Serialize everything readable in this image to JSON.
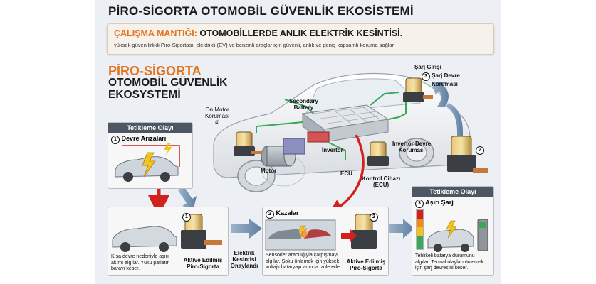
{
  "main_title": "PİRO-SİGORTA OTOMOBİL GÜVENLİK EKOSİSTEMİ",
  "principle": {
    "label": "ÇALIŞMA MANTIĞI:",
    "text": "OTOMOBİLLERDE ANLIK ELEKTRİK KESİNTİSİ.",
    "sub": "yüksek güvenilirlikli Piro-Sigortası, elektrikli (EV) ve benzinli araçlar için güvenli, anlık ve geniş kapsamlı koruma sağlar."
  },
  "brand": {
    "title": "PİRO-SİGORTA",
    "line1": "OTOMOBİL GÜVENLİK",
    "line2": "EKOSYSTEMİ"
  },
  "car_labels": {
    "front_motor_line1": "Ön Motor",
    "front_motor_line2": "Koruması",
    "front_motor_num": "①",
    "secondary_line1": "Secondary",
    "secondary_line2": "Battery",
    "motor": "Motor",
    "inverter": "İnvertör",
    "ecu": "ECU",
    "control_line1": "Kontrol Cihazı",
    "control_line2": "(ECU)",
    "inverter_prot_line1": "İnvertör Devre",
    "inverter_prot_line2": "Koruması",
    "charge_input": "Şarj Girişi",
    "charge_prot_num": "3",
    "charge_prot_line1": "Şarj Devre",
    "charge_prot_line2": "Koruması",
    "num_2a": "2",
    "num_2b": "2"
  },
  "trigger_left": {
    "header": "Tetikleme Olayı",
    "num": "1",
    "title": "Devre Arızaları"
  },
  "step1": {
    "num": "1",
    "desc_line1": "Kısa devre nedeniyle aşırı",
    "desc_line2": "akımı algılar. Yükü patlatır,",
    "desc_line3": "barayı keser.",
    "active_line1": "Aktive Edilmiş",
    "active_line2": "Piro-Sigorta"
  },
  "cutoff": {
    "line1": "Elektrik",
    "line2": "Kesintisi",
    "line3": "Onaylandı"
  },
  "step2": {
    "num": "2",
    "title": "Kazalar",
    "desc_line1": "Sensörler aracılığıyla çarpışmayı",
    "desc_line2": "algılar. Şoku önlemek için yüksek",
    "desc_line3": "voltajlı bataryayı anında izole eder.",
    "active_line1": "Aktive Edilmiş",
    "active_line2": "Piro-Sigorta"
  },
  "trigger_right": {
    "header": "Tetikleme Olayı",
    "num": "3",
    "title": "Aşırı Şarj",
    "desc_line1": "Tehlikeli batarya durumunu",
    "desc_line2": "algılar. Termal olayları önlemek",
    "desc_line3": "için şarj devresini keser."
  },
  "colors": {
    "accent": "#e2751e",
    "green_wire": "#3aa85a",
    "red_arrow": "#d3211d",
    "blue_arrow": "#6f8fb0",
    "header_bg": "#4c5763"
  }
}
